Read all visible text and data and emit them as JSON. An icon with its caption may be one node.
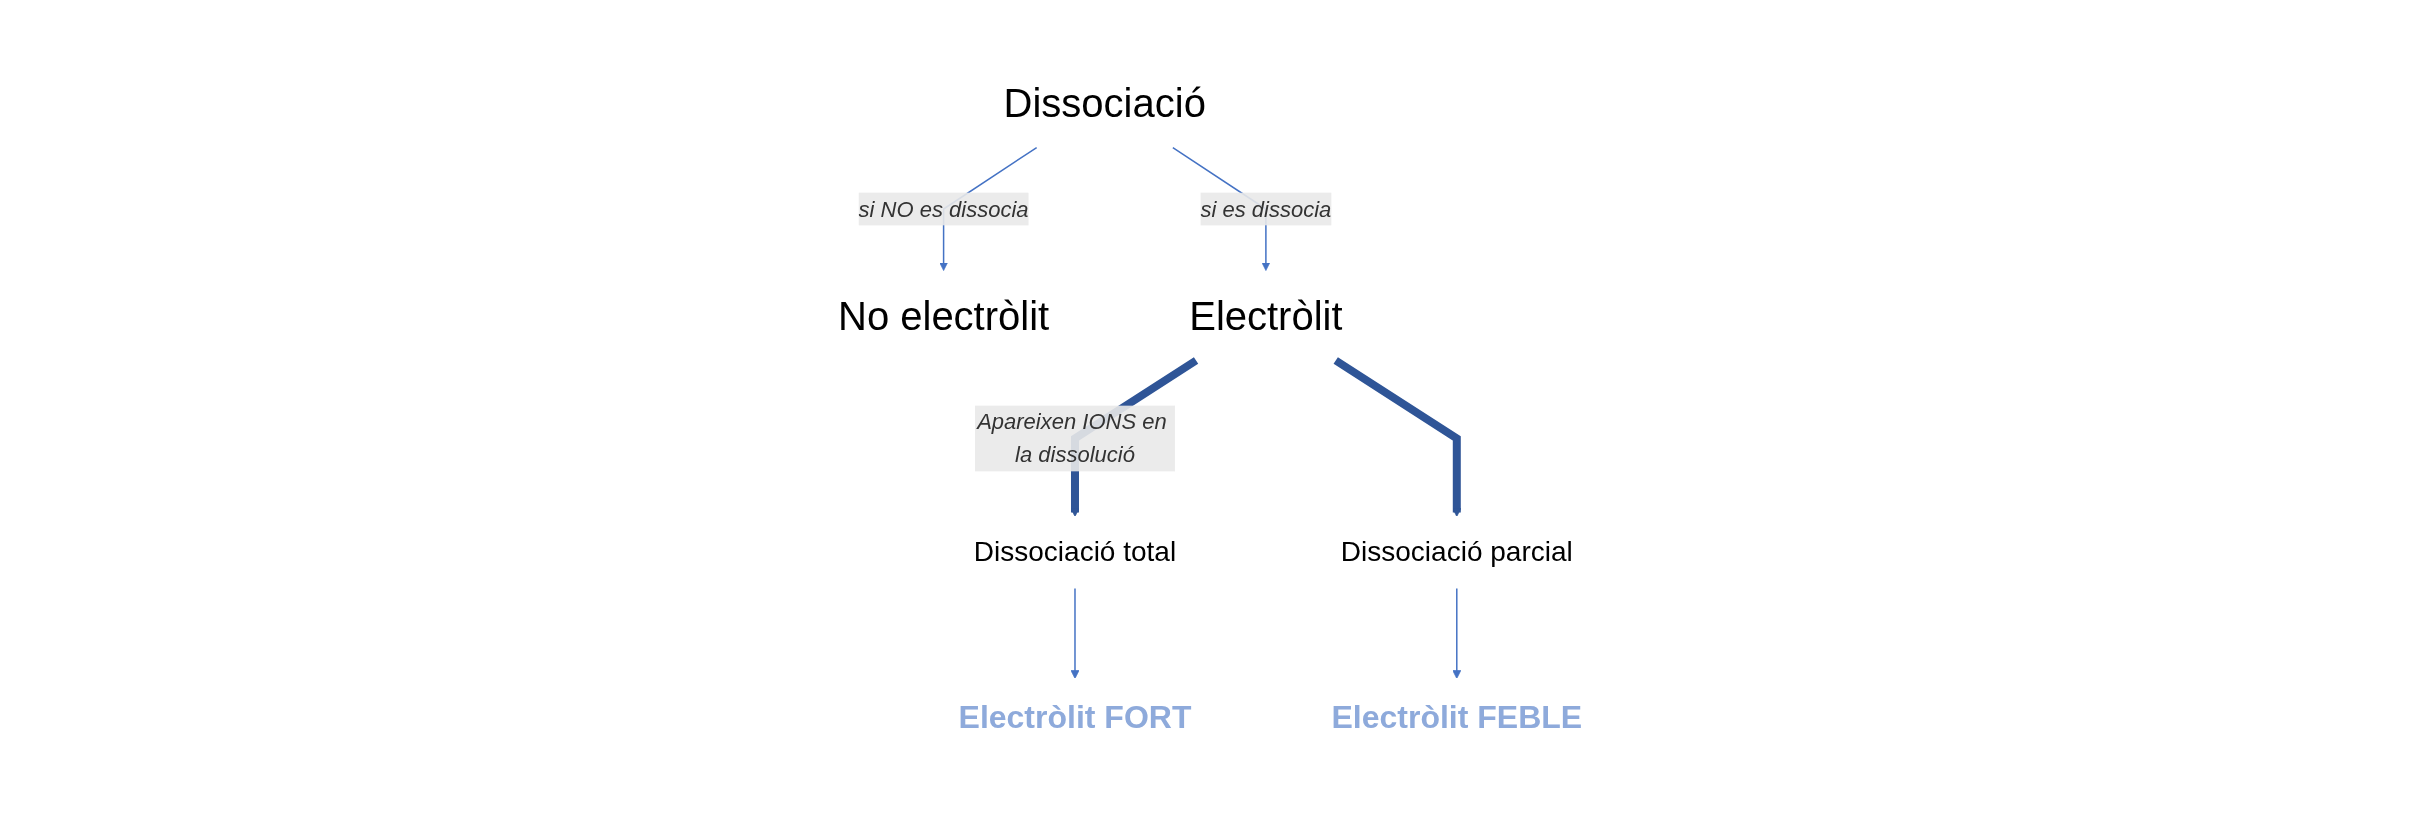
{
  "diagram": {
    "nodes": [
      {
        "text": [
          "Dissociació"
        ]
      },
      {
        "text": [
          "No electròlit"
        ]
      },
      {
        "text": [
          "Electròlit"
        ]
      },
      {
        "text": [
          "Dissociació total"
        ]
      },
      {
        "text": [
          "Electròlit FORT"
        ]
      },
      {
        "text": [
          "Dissociació parcial"
        ]
      },
      {
        "text": [
          "Electròlit FEBLE"
        ]
      }
    ],
    "edges": [
      {
        "from": 0,
        "to": 1,
        "arrow": "to",
        "label": "si NO es dissocia"
      },
      {
        "from": 0,
        "to": 2,
        "arrow": "to",
        "label": "si es dissocia"
      },
      {
        "from": 2,
        "to": 3,
        "arrow": "to",
        "style": "thick",
        "color": "#2f5597",
        "label": "Apareixen IONS en la dissolució"
      },
      {
        "from": 2,
        "to": 5,
        "arrow": "to",
        "style": "thick",
        "color": "#2f5597"
      },
      {
        "from": 3,
        "to": 4,
        "arrow": "to"
      },
      {
        "from": 5,
        "to": 6,
        "arrow": "to"
      }
    ]
  }
}
